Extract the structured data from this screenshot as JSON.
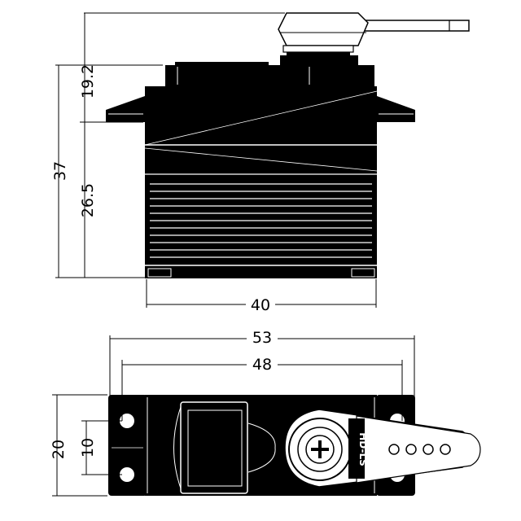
{
  "diagram": {
    "side_view": {
      "dimensions": {
        "total_height": "37",
        "top_offset": "19.2",
        "body_height": "26.5",
        "body_width": "40"
      }
    },
    "top_view": {
      "dimensions": {
        "overall_length": "53",
        "mount_hole_spacing": "48",
        "width": "20",
        "hole_spacing_vertical": "10"
      },
      "label": "HD-LS",
      "horn_hole_count": 4
    },
    "colors": {
      "body": "#000000",
      "lines": "#000000",
      "background": "#ffffff",
      "detail": "#ffffff"
    }
  }
}
